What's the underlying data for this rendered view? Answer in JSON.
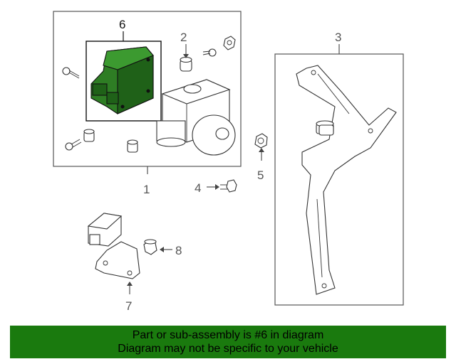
{
  "callouts": {
    "c1": "1",
    "c2": "2",
    "c3": "3",
    "c4": "4",
    "c5": "5",
    "c6": "6",
    "c7": "7",
    "c8": "8"
  },
  "highlight_color": "#2e7d24",
  "banner": {
    "line1": "Part or sub-assembly is #6 in diagram",
    "line2": "Diagram may not be specific to your vehicle",
    "color": "#1a7a0e"
  }
}
